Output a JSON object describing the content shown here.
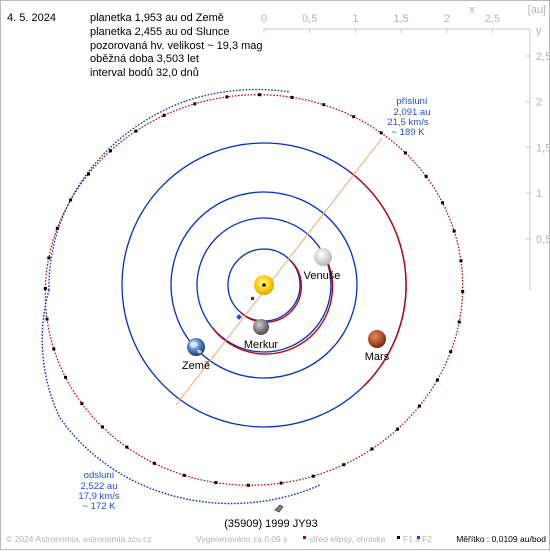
{
  "header": {
    "date": "4. 5. 2024",
    "info_lines": [
      "planetka 1,953 au od Země",
      "planetka 2,455 au od Slunce",
      "pozorovaná hv. velikost ~ 19,3 mag",
      "oběžná doba 3,503 let",
      "interval bodů 32,0 dnů"
    ]
  },
  "axes": {
    "unit": "[au]",
    "x_axis_name": "x",
    "y_axis_name": "y",
    "x_ticks": [
      "0",
      "0,5",
      "1",
      "1,5",
      "2",
      "2,5"
    ],
    "y_ticks": [
      "2,5",
      "2",
      "1,5",
      "1",
      "0,5"
    ]
  },
  "perihelion": {
    "title": "přísluní",
    "distance": "2,091 au",
    "speed": "21,5 km/s",
    "temperature": "~ 189 K"
  },
  "aphelion": {
    "title": "odsluní",
    "distance": "2,522 au",
    "speed": "17,9 km/s",
    "temperature": "~ 172 K"
  },
  "planets": {
    "mercury": "Merkur",
    "venus": "Venuše",
    "earth": "Země",
    "mars": "Mars"
  },
  "asteroid_name": "(35909) 1999 JY93",
  "footer": {
    "copyright": "© 2024 Astronomia, astronomia.zcu.cz",
    "generated": "Vygenerováno za 0,09 s",
    "legend_center": "střed elipsy, ohniska",
    "legend_f1": "F1 a",
    "legend_f2": "F2",
    "scale": "Měřítko : 0,0109 au/bod"
  },
  "colors": {
    "orbit_above": "#c00000",
    "orbit_below": "#0030c0",
    "apsis_line": "#f0a878",
    "axis_gray": "#c8c8c8",
    "label_blue": "#1f4fd8"
  }
}
